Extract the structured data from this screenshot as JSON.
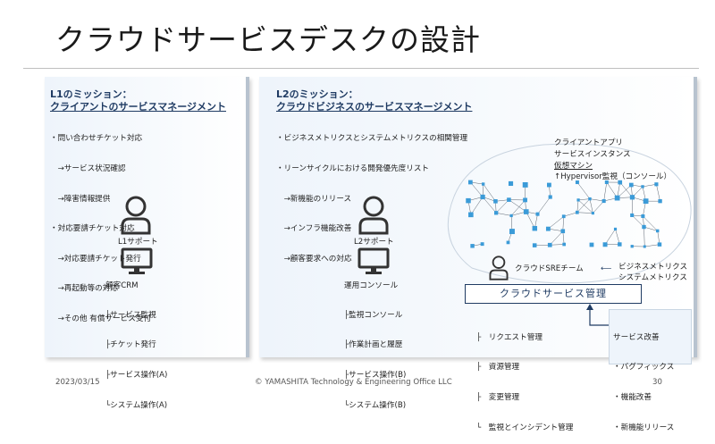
{
  "slide": {
    "title": "クラウドサービスデスクの設計",
    "footer": {
      "date": "2023/03/15",
      "copyright": "© YAMASHITA Technology & Engineering Office LLC",
      "page": "30"
    }
  },
  "l1": {
    "heading": "L1のミッション：",
    "subheading": "クライアントのサービスマネージメント",
    "items": [
      "・問い合わせチケット対応",
      "　→サービス状況確認",
      "　→障害情報提供",
      "・対応要請チケット対応",
      "　→対応要請チケット発行",
      "　→再起動等の対応",
      "　→その他 有償サービス受付"
    ],
    "support_label": "L1サポート",
    "tool_title": "顧客CRM",
    "tool_items": [
      "├サービス監視",
      "├チケット発行",
      "├サービス操作(A)",
      "└システム操作(A)"
    ]
  },
  "l2": {
    "heading": "L2のミッション：",
    "subheading": "クラウドビジネスのサービスマネージメント",
    "items": [
      "・ビジネスメトリクスとシステムメトリクスの相関管理",
      "・リーンサイクルにおける開発優先度リスト",
      "　→新機能のリリース",
      "　→インフラ機能改善",
      "　→顧客要求への対応"
    ],
    "support_label": "L2サポート",
    "tool_title": "運用コンソール",
    "tool_items": [
      "├監視コンソール",
      "├作業計画と履歴",
      "├サービス操作(B)",
      "└システム操作(B)"
    ]
  },
  "cloud": {
    "labels": [
      "クライアントアプリ",
      "サービスインスタンス",
      "仮想マシン",
      "↑Hypervisor監視（コンソール）"
    ],
    "sre_team": "クラウドSREチーム",
    "metrics": [
      "ビジネスメトリクス",
      "システムメトリクス"
    ],
    "management_box": "クラウドサービス管理",
    "management_items": [
      "├　リクエスト管理",
      "├　資源管理",
      "├　変更管理",
      "└　監視とインシデント管理"
    ],
    "improvement_title": "サービス改善",
    "improvement_items": [
      "・バグフィックス",
      "・機能改善",
      "・新機能リリース"
    ]
  },
  "colors": {
    "heading": "#1f3b63",
    "node": "#3b9bd8",
    "panel": "#eef4fb"
  }
}
